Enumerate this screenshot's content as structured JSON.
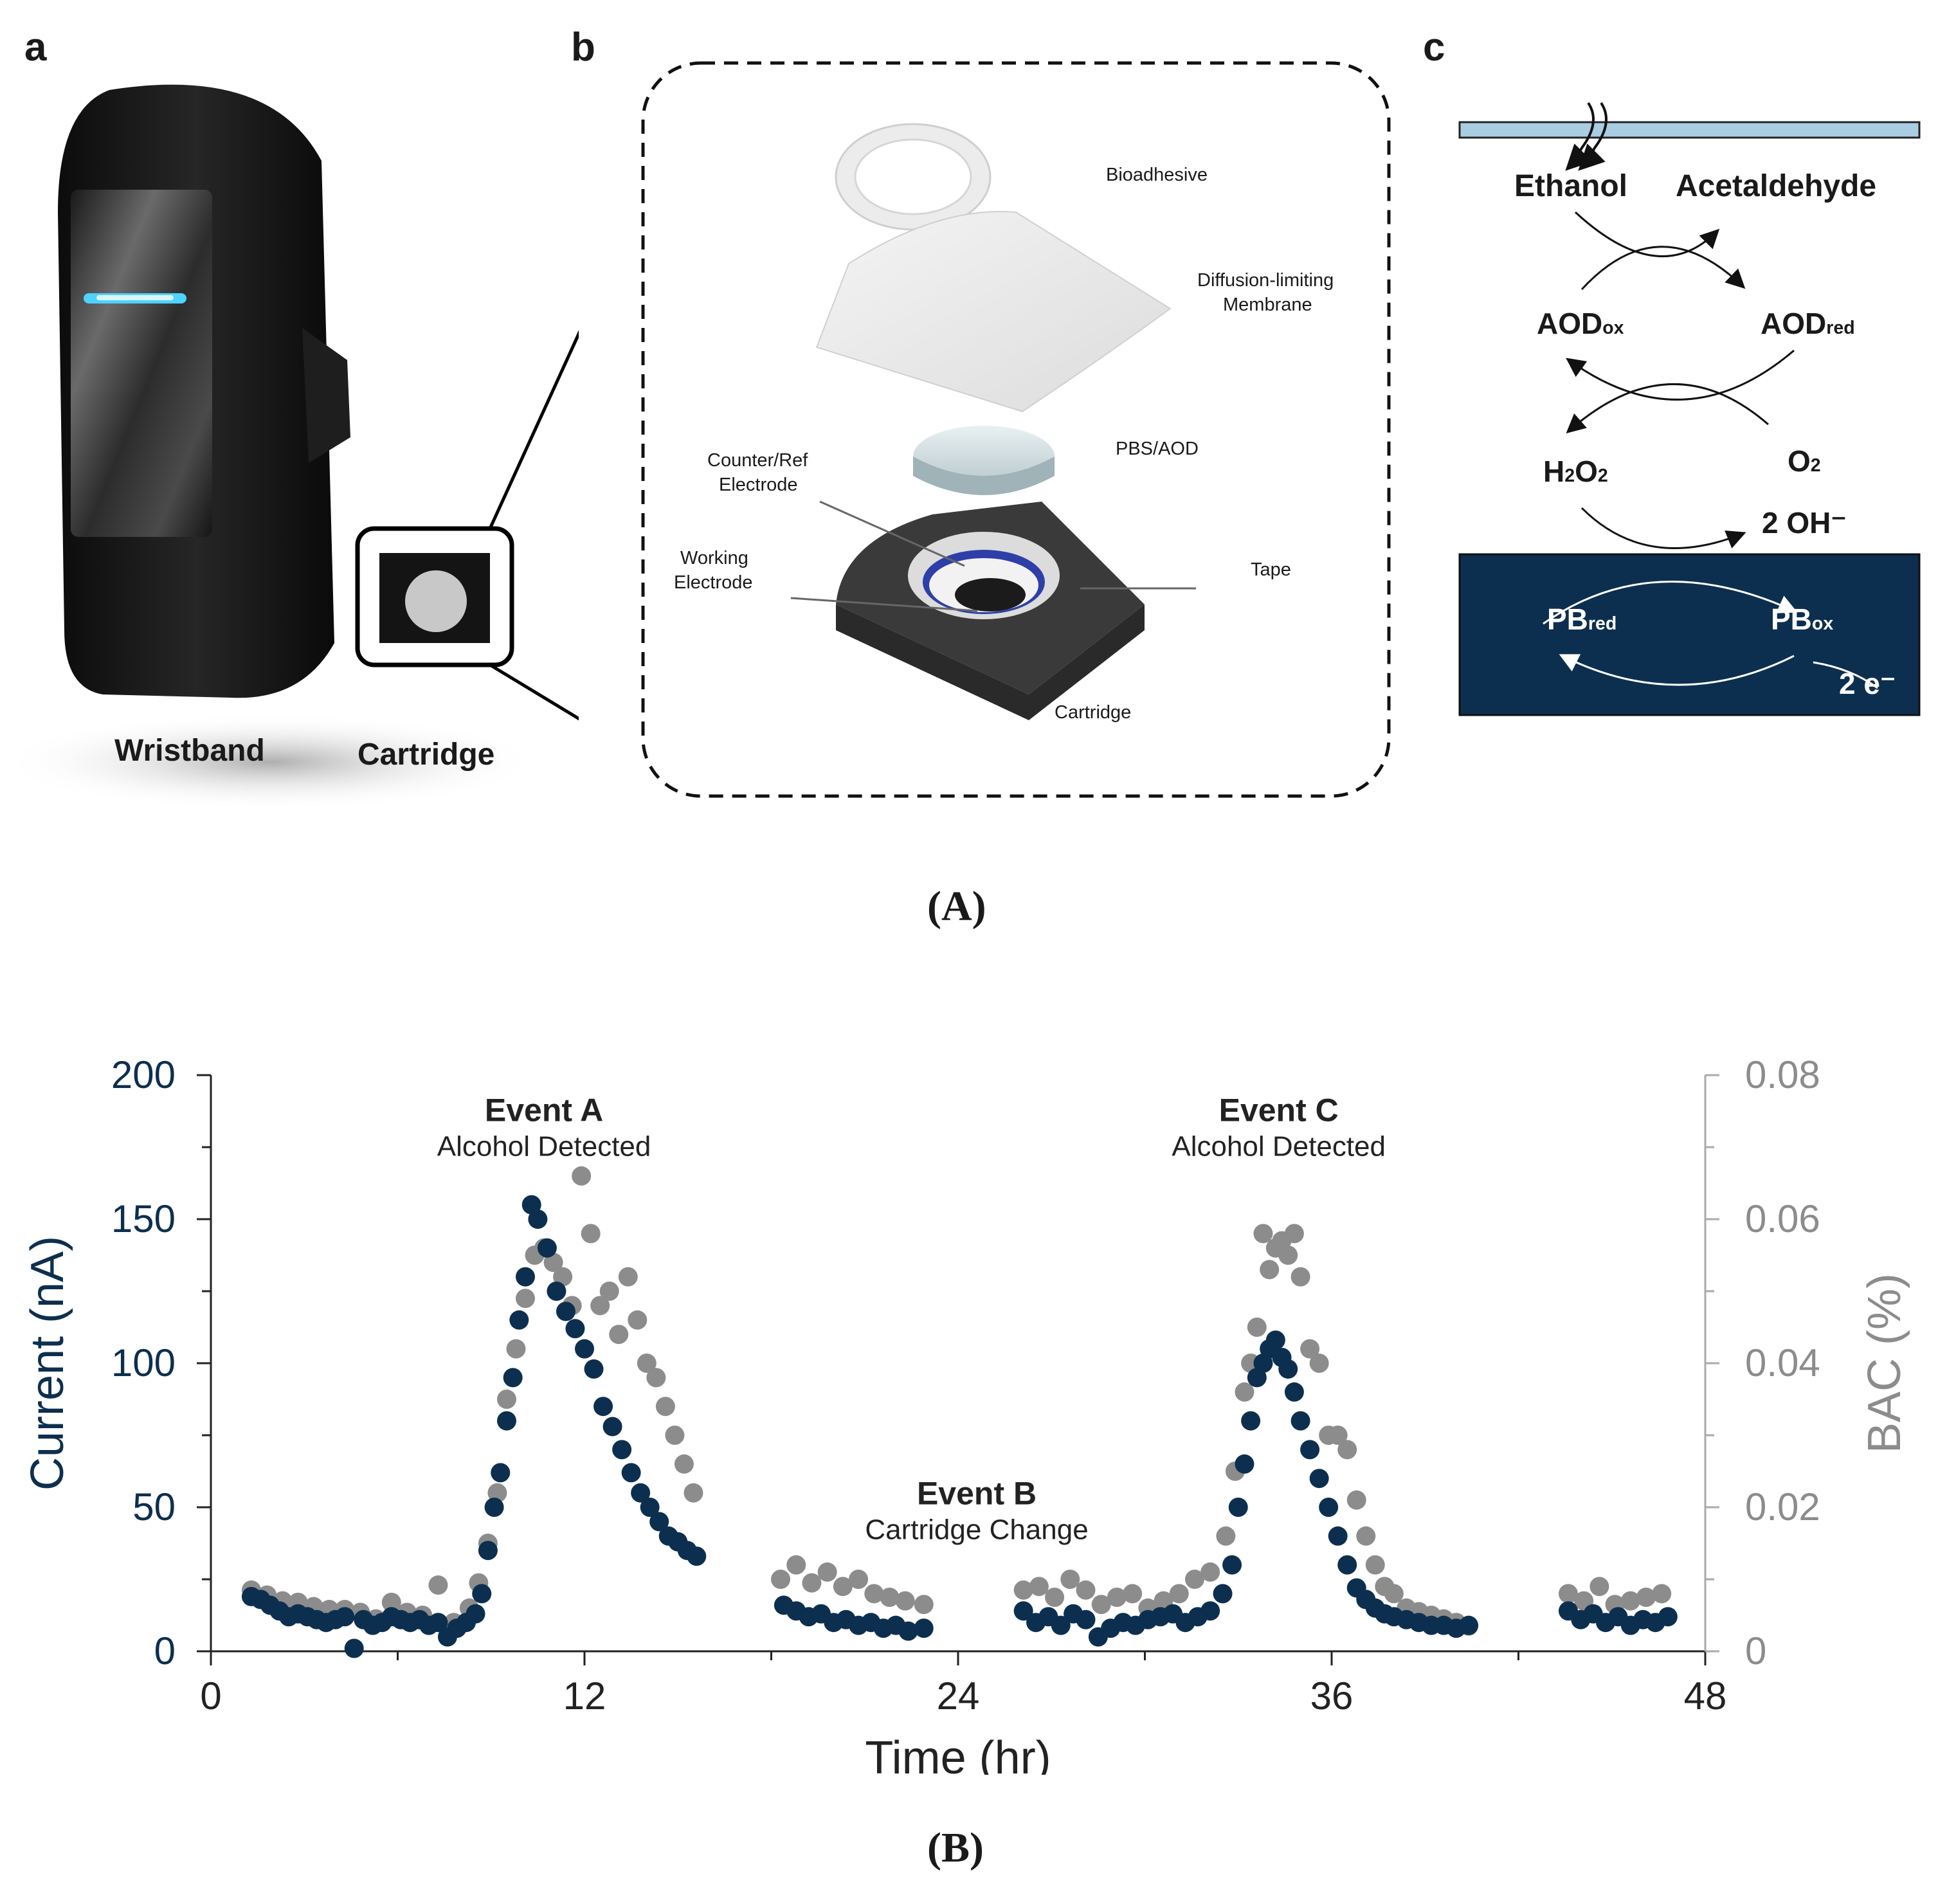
{
  "panel_a": {
    "letter": "a",
    "wristband_label": "Wristband",
    "cartridge_label": "Cartridge"
  },
  "panel_b": {
    "letter": "b",
    "labels": {
      "bioadhesive": "Bioadhesive",
      "membrane_1": "Diffusion-limiting",
      "membrane_2": "Membrane",
      "pbs_aod": "PBS/AOD",
      "counter_1": "Counter/Ref",
      "counter_2": "Electrode",
      "working_1": "Working",
      "working_2": "Electrode",
      "tape": "Tape",
      "cartridge": "Cartridge"
    }
  },
  "panel_c": {
    "letter": "c",
    "ethanol": "Ethanol",
    "acetaldehyde": "Acetaldehyde",
    "aod": "AOD",
    "ox": "ox",
    "red": "red",
    "h2o2_h": "H",
    "h2o2_2": "2",
    "h2o2_o": "O",
    "o2_o": "O",
    "o2_2": "2",
    "oh": "2 OH⁻",
    "pb": "PB",
    "electrons": "2 e⁻",
    "colors": {
      "electrode": "#0d2f4f",
      "skin_bar": "#a9cde3"
    }
  },
  "caption_a": "(A)",
  "caption_b": "(B)",
  "chart_data": {
    "type": "scatter",
    "xlabel": "Time (hr)",
    "ylabel_left": "Current (nA)",
    "ylabel_right": "BAC (%)",
    "x_ticks": [
      0,
      12,
      24,
      36,
      48
    ],
    "x_minor_ticks": [
      6,
      18,
      30,
      42
    ],
    "y_left_ticks": [
      0,
      50,
      100,
      150,
      200
    ],
    "y_right_ticks": [
      "0",
      "0.02",
      "0.04",
      "0.06",
      "0.08"
    ],
    "xlim": [
      0,
      48
    ],
    "ylim_left": [
      0,
      200
    ],
    "ylim_right": [
      0,
      0.08
    ],
    "grid": false,
    "colors": {
      "current": "#0d2f4f",
      "bac": "#8c8c8c"
    },
    "annotations": [
      {
        "title": "Event A",
        "text": "Alcohol Detected",
        "x": 10.7,
        "y": 184
      },
      {
        "title": "Event B",
        "text": "Cartridge Change",
        "x": 24.6,
        "y": 51
      },
      {
        "title": "Event C",
        "text": "Alcohol Detected",
        "x": 34.3,
        "y": 184
      }
    ],
    "series": [
      {
        "axis": "right",
        "x": [
          1.3,
          1.8,
          2.3,
          2.8,
          3.3,
          3.8,
          4.3,
          4.8,
          5.3,
          5.8,
          6.3,
          6.8,
          7.3,
          7.8,
          8.3,
          8.6,
          8.9,
          9.2,
          9.5,
          9.8,
          10.1,
          10.4,
          10.7,
          11.0,
          11.3,
          11.6,
          11.9,
          12.2,
          12.5,
          12.8,
          13.1,
          13.4,
          13.7,
          14.0,
          14.3,
          14.6,
          14.9,
          15.2,
          15.5,
          18.3,
          18.8,
          19.3,
          19.8,
          20.3,
          20.8,
          21.3,
          21.8,
          22.3,
          22.9,
          26.1,
          26.6,
          27.1,
          27.6,
          28.1,
          28.6,
          29.1,
          29.6,
          30.1,
          30.6,
          31.1,
          31.6,
          32.1,
          32.6,
          32.9,
          33.2,
          33.4,
          33.6,
          33.8,
          34.0,
          34.2,
          34.4,
          34.6,
          34.8,
          35.0,
          35.3,
          35.6,
          35.9,
          36.2,
          36.5,
          36.8,
          37.1,
          37.4,
          37.7,
          38.0,
          38.4,
          38.8,
          39.2,
          39.6,
          40.0,
          40.4,
          43.6,
          44.1,
          44.6,
          45.1,
          45.6,
          46.1,
          46.6
        ],
        "y": [
          0.0085,
          0.0078,
          0.007,
          0.0068,
          0.0062,
          0.0058,
          0.0058,
          0.0054,
          0.0045,
          0.0068,
          0.0054,
          0.005,
          0.0092,
          0.004,
          0.006,
          0.0095,
          0.015,
          0.022,
          0.035,
          0.042,
          0.049,
          0.055,
          0.056,
          0.054,
          0.052,
          0.048,
          0.066,
          0.058,
          0.048,
          0.05,
          0.044,
          0.052,
          0.046,
          0.04,
          0.038,
          0.034,
          0.03,
          0.026,
          0.022,
          0.01,
          0.012,
          0.0095,
          0.011,
          0.009,
          0.01,
          0.008,
          0.0075,
          0.007,
          0.0065,
          0.0085,
          0.009,
          0.0075,
          0.01,
          0.0085,
          0.0065,
          0.0075,
          0.008,
          0.006,
          0.007,
          0.008,
          0.01,
          0.011,
          0.016,
          0.025,
          0.036,
          0.04,
          0.045,
          0.058,
          0.053,
          0.056,
          0.057,
          0.055,
          0.058,
          0.052,
          0.042,
          0.04,
          0.03,
          0.03,
          0.028,
          0.021,
          0.016,
          0.012,
          0.009,
          0.008,
          0.006,
          0.0055,
          0.005,
          0.0045,
          0.004,
          0.0035,
          0.008,
          0.007,
          0.009,
          0.0065,
          0.007,
          0.0075,
          0.008
        ]
      },
      {
        "axis": "left",
        "x": [
          1.3,
          1.6,
          1.9,
          2.2,
          2.5,
          2.8,
          3.1,
          3.4,
          3.7,
          4.0,
          4.3,
          4.6,
          4.9,
          5.2,
          5.5,
          5.8,
          6.1,
          6.4,
          6.7,
          7.0,
          7.3,
          7.6,
          7.9,
          8.2,
          8.5,
          8.7,
          8.9,
          9.1,
          9.3,
          9.5,
          9.7,
          9.9,
          10.1,
          10.3,
          10.5,
          10.8,
          11.1,
          11.4,
          11.7,
          12.0,
          12.3,
          12.6,
          12.9,
          13.2,
          13.5,
          13.8,
          14.1,
          14.4,
          14.7,
          15.0,
          15.3,
          15.6,
          18.4,
          18.8,
          19.2,
          19.6,
          20.0,
          20.4,
          20.8,
          21.2,
          21.6,
          22.0,
          22.4,
          22.9,
          26.1,
          26.5,
          26.9,
          27.3,
          27.7,
          28.1,
          28.5,
          28.9,
          29.3,
          29.7,
          30.1,
          30.5,
          30.9,
          31.3,
          31.7,
          32.1,
          32.5,
          32.8,
          33.0,
          33.2,
          33.4,
          33.6,
          33.8,
          34.0,
          34.2,
          34.4,
          34.6,
          34.8,
          35.0,
          35.3,
          35.6,
          35.9,
          36.2,
          36.5,
          36.8,
          37.1,
          37.4,
          37.7,
          38.0,
          38.4,
          38.8,
          39.2,
          39.6,
          40.0,
          40.4,
          43.6,
          44.0,
          44.4,
          44.8,
          45.2,
          45.6,
          46.0,
          46.4,
          46.8
        ],
        "y": [
          19,
          18,
          16,
          14,
          12,
          13,
          12,
          11,
          10,
          11,
          12,
          1,
          11,
          9,
          10,
          12,
          11,
          10,
          11,
          9,
          10,
          5,
          8,
          10,
          13,
          20,
          35,
          50,
          62,
          80,
          95,
          115,
          130,
          155,
          150,
          140,
          125,
          118,
          112,
          105,
          98,
          85,
          78,
          70,
          62,
          55,
          50,
          45,
          40,
          38,
          35,
          33,
          16,
          14,
          12,
          13,
          10,
          11,
          9,
          10,
          8,
          9,
          7,
          8,
          14,
          10,
          12,
          9,
          13,
          11,
          5,
          8,
          10,
          9,
          11,
          12,
          13,
          10,
          12,
          14,
          20,
          30,
          50,
          65,
          80,
          95,
          100,
          105,
          108,
          102,
          98,
          90,
          80,
          70,
          60,
          50,
          40,
          30,
          22,
          18,
          15,
          13,
          12,
          11,
          10,
          9,
          9,
          8,
          9,
          14,
          11,
          13,
          10,
          12,
          9,
          11,
          10,
          12
        ]
      }
    ]
  }
}
